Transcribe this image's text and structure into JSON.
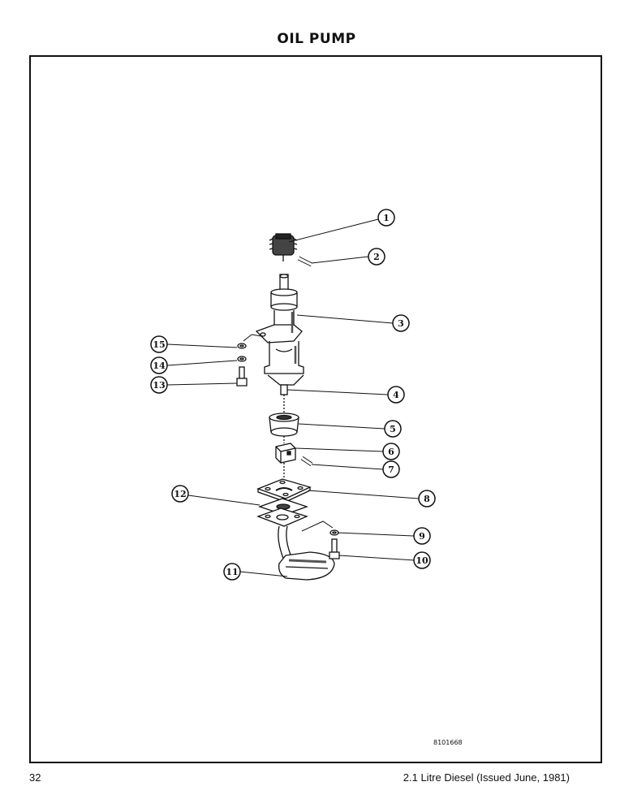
{
  "page": {
    "title": "OIL PUMP",
    "page_number": "32",
    "footer": "2.1 Litre Diesel (Issued June, 1981)",
    "drawing_code": "8101668"
  },
  "callouts": [
    "1",
    "2",
    "3",
    "4",
    "5",
    "6",
    "7",
    "8",
    "9",
    "10",
    "11",
    "12",
    "13",
    "14",
    "15"
  ],
  "colors": {
    "ink": "#111111",
    "paper": "#ffffff",
    "shade": "#555555"
  }
}
